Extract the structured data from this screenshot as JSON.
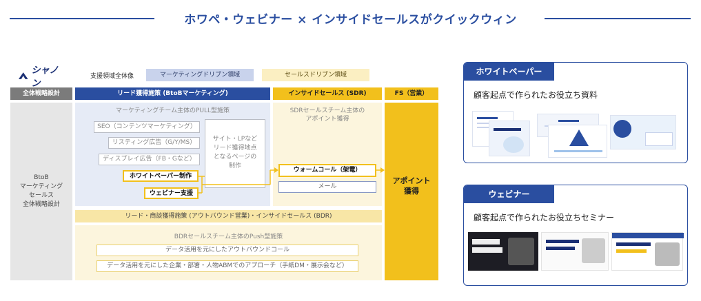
{
  "heading": "ホワペ・ウェビナー × インサイドセールスがクイックウィン",
  "logo": {
    "text": "シャノン"
  },
  "legend": {
    "support_label": "支援領域全体像",
    "marketing": "マーケティングドリブン領域",
    "sales": "セールスドリブン領域"
  },
  "columns": {
    "all": "全体戦略設計",
    "lead": "リード獲得施策 (BtoBマーケティング)",
    "inside_sales": "インサイドセールス (SDR)",
    "fs": "FS（営業）"
  },
  "all_block": {
    "lines": [
      "BtoB",
      "マーケティング",
      "セールス",
      "全体戦略設計"
    ]
  },
  "marketing_block": {
    "title": "マーケティングチーム主体のPULL型施策",
    "items": [
      "SEO（コンテンツマーケティング）",
      "リスティング広告（G/Y/MS）",
      "ディスプレイ広告（FB・Gなど）"
    ],
    "highlight_items": [
      "ホワイトペーパー制作",
      "ウェビナー支援"
    ],
    "side_box": [
      "サイト・LPなど",
      "リード獲得地点",
      "となるページの",
      "制作"
    ]
  },
  "sdr_block": {
    "title_lines": [
      "SDRセールスチーム主体の",
      "アポイント獲得"
    ],
    "warm_call": "ウォームコール（架電）",
    "mail": "メール"
  },
  "fs_block": {
    "lines": [
      "アポイント",
      "獲得"
    ]
  },
  "lead_bar": "リード・商談獲得施策 (アウトバウンド営業)・インサイドセールス (BDR)",
  "bdr_block": {
    "title": "BDRセールスチーム主体のPush型施策",
    "items": [
      "データ活用を元にしたアウトバウンドコール",
      "データ活用を元にした企業・部署・人物ABMでのアプローチ（手紙DM・展示会など）"
    ]
  },
  "card_whitepaper": {
    "tab": "ホワイトペーパー",
    "subtitle": "顧客起点で作られたお役立ち資料"
  },
  "card_webinar": {
    "tab": "ウェビナー",
    "subtitle": "顧客起点で作られたお役立ちセミナー"
  },
  "colors": {
    "brand_blue": "#2a4ea0",
    "accent_yellow": "#f2c01c",
    "marketing_bg": "#e6ebf6",
    "sales_bg": "#fcf5dd"
  }
}
